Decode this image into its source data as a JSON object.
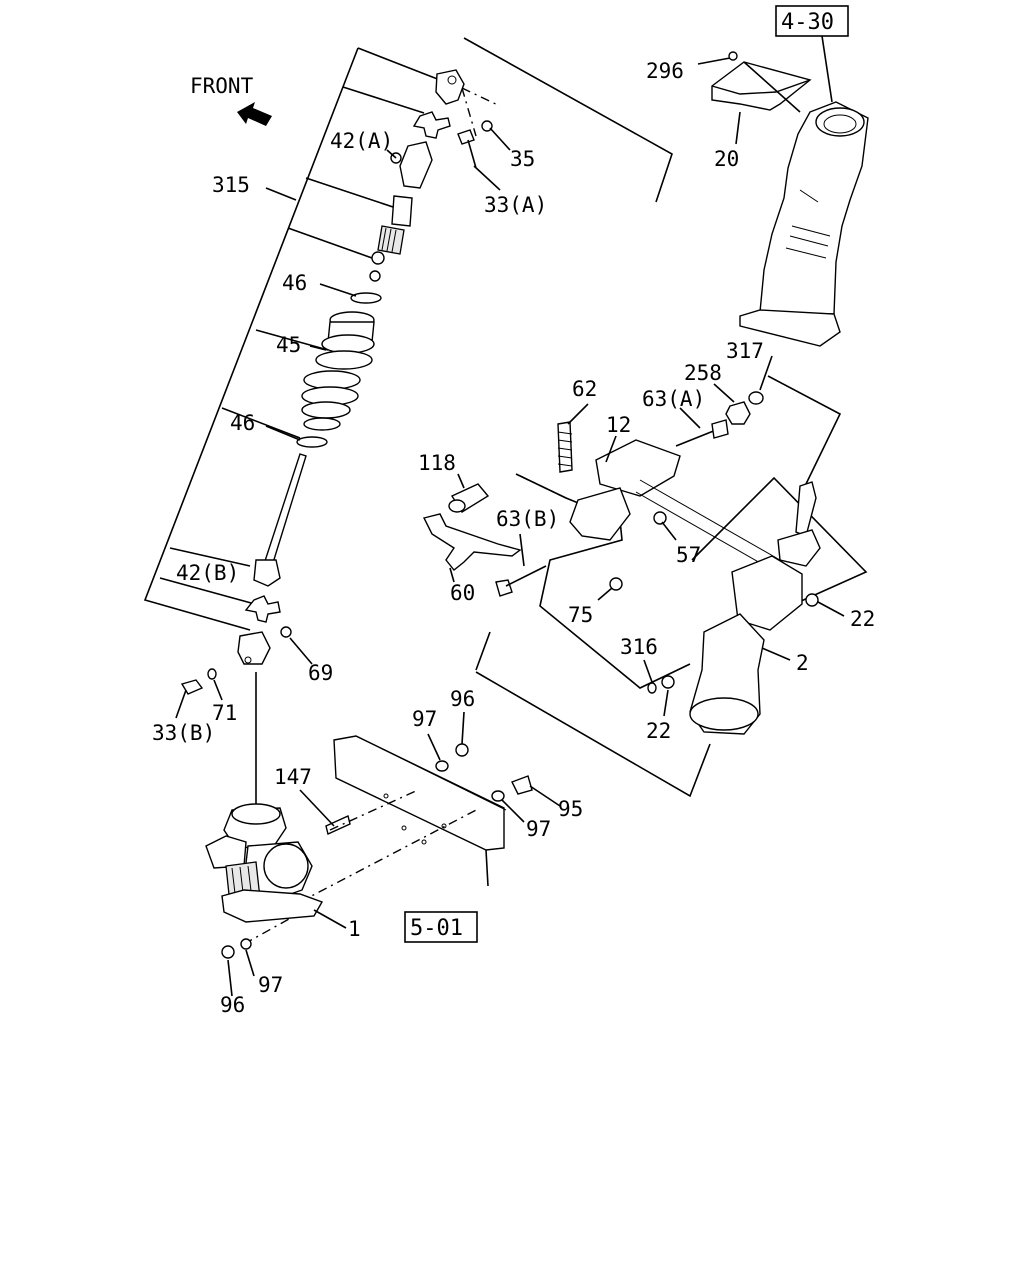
{
  "front_label": "FRONT",
  "references": {
    "ref_4_30": "4-30",
    "ref_5_01": "5-01"
  },
  "callouts": {
    "p296": "296",
    "p20": "20",
    "p42a": "42(A)",
    "p35": "35",
    "p315": "315",
    "p33a": "33(A)",
    "p46_top": "46",
    "p45": "45",
    "p46_bottom": "46",
    "p317": "317",
    "p258": "258",
    "p62": "62",
    "p63a": "63(A)",
    "p12": "12",
    "p118": "118",
    "p63b": "63(B)",
    "p57": "57",
    "p42b": "42(B)",
    "p60": "60",
    "p75": "75",
    "p22_right": "22",
    "p316": "316",
    "p2": "2",
    "p69": "69",
    "p22_lower": "22",
    "p33b": "33(B)",
    "p71": "71",
    "p96_top": "96",
    "p97_top": "97",
    "p147": "147",
    "p95": "95",
    "p97_mid": "97",
    "p1": "1",
    "p97_bottom": "97",
    "p96_bottom": "96"
  }
}
